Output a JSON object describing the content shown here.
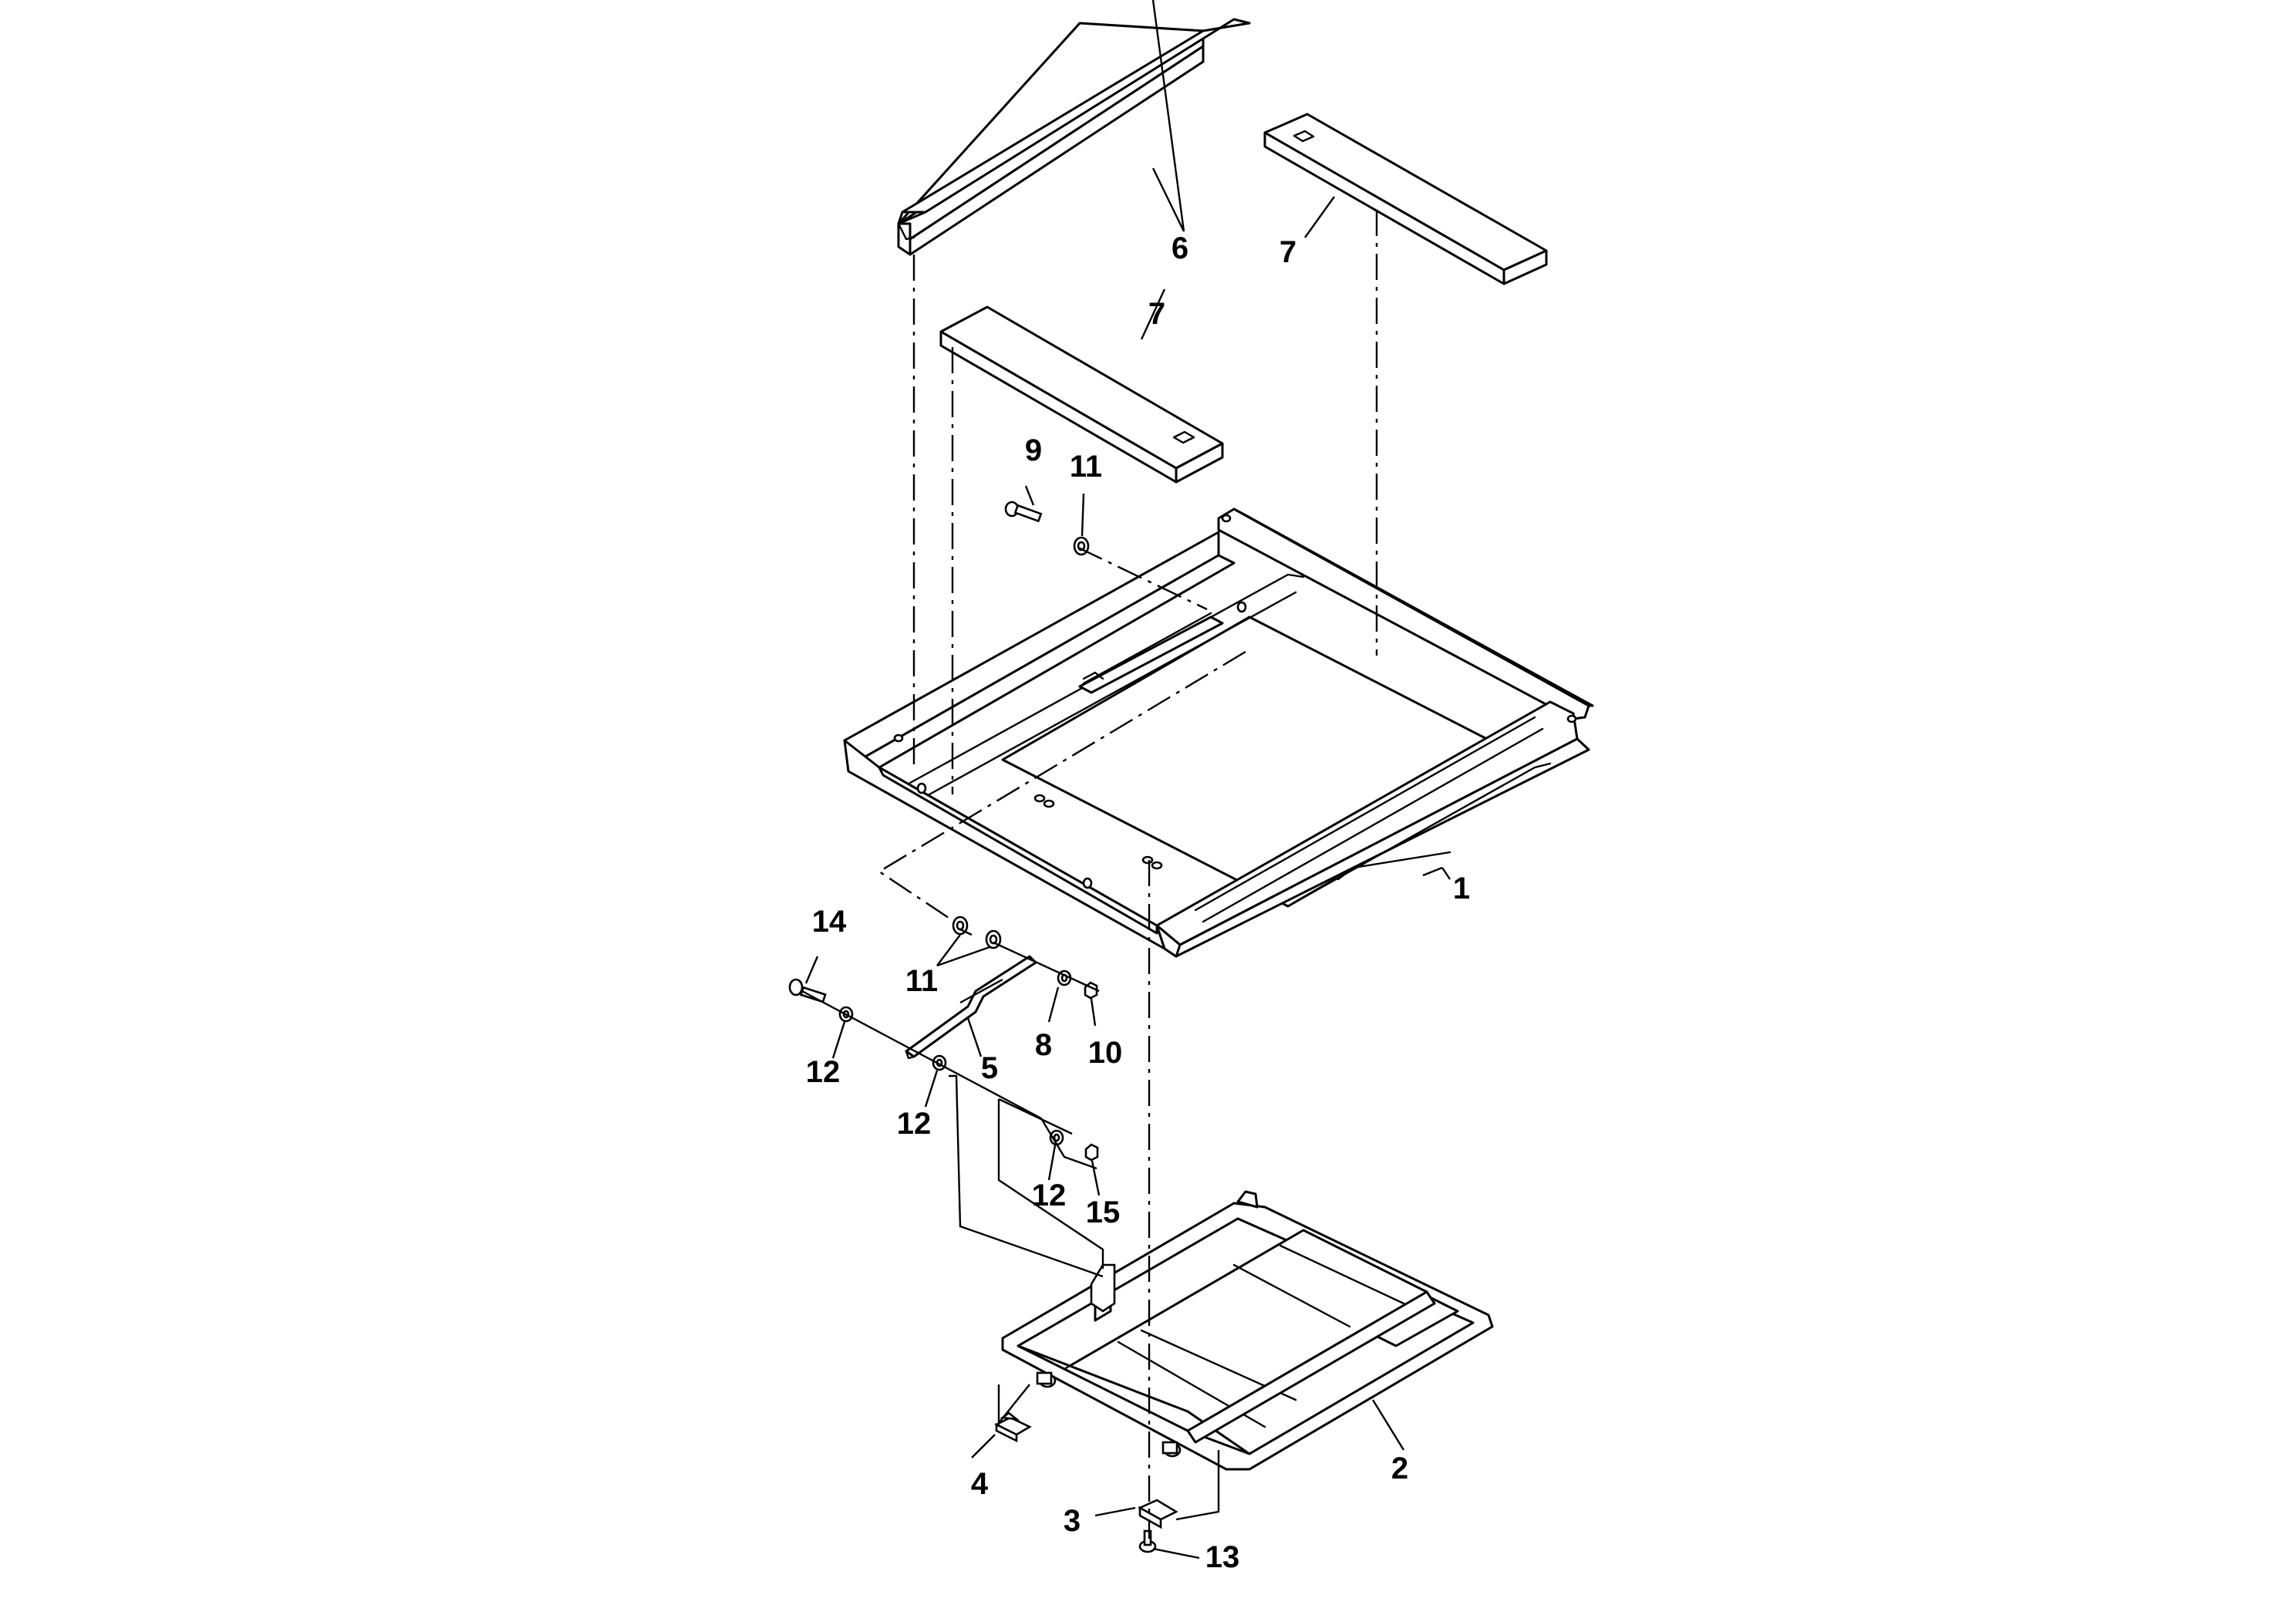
{
  "figure": {
    "type": "exploded parts diagram",
    "callouts": [
      {
        "id": "c1",
        "label": "1"
      },
      {
        "id": "c2",
        "label": "2"
      },
      {
        "id": "c3",
        "label": "3"
      },
      {
        "id": "c4",
        "label": "4"
      },
      {
        "id": "c5",
        "label": "5"
      },
      {
        "id": "c6",
        "label": "6"
      },
      {
        "id": "c7a",
        "label": "7"
      },
      {
        "id": "c7b",
        "label": "7"
      },
      {
        "id": "c8",
        "label": "8"
      },
      {
        "id": "c9",
        "label": "9"
      },
      {
        "id": "c10",
        "label": "10"
      },
      {
        "id": "c11a",
        "label": "11"
      },
      {
        "id": "c11b",
        "label": "11"
      },
      {
        "id": "c12a",
        "label": "12"
      },
      {
        "id": "c12b",
        "label": "12"
      },
      {
        "id": "c12c",
        "label": "12"
      },
      {
        "id": "c13",
        "label": "13"
      },
      {
        "id": "c14",
        "label": "14"
      },
      {
        "id": "c15",
        "label": "15"
      }
    ]
  }
}
